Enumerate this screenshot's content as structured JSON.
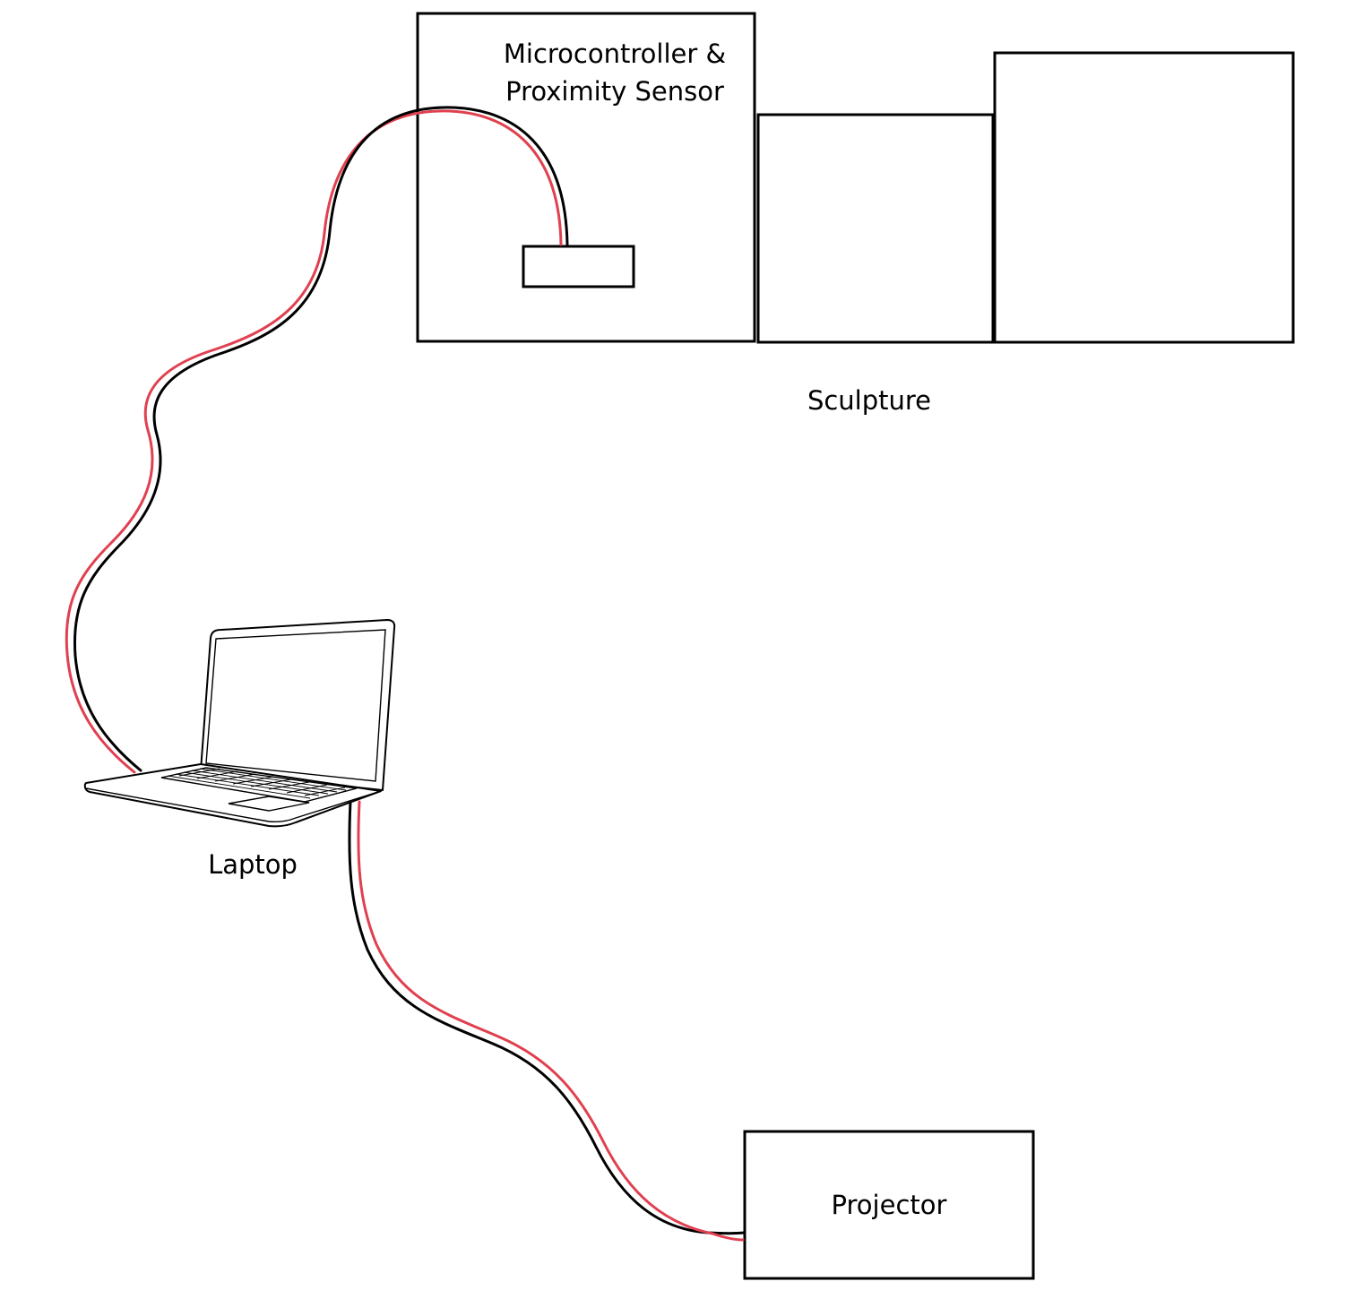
{
  "labels": {
    "microcontroller_line1": "Microcontroller &",
    "microcontroller_line2": "Proximity Sensor",
    "sculpture": "Sculpture",
    "laptop": "Laptop",
    "projector": "Projector"
  },
  "colors": {
    "outline": "#000000",
    "cable_red": "#e0404f",
    "cable_black": "#000000",
    "background": "#ffffff"
  },
  "icons": {
    "laptop": "laptop-icon",
    "sensor": "sensor-module-icon"
  }
}
